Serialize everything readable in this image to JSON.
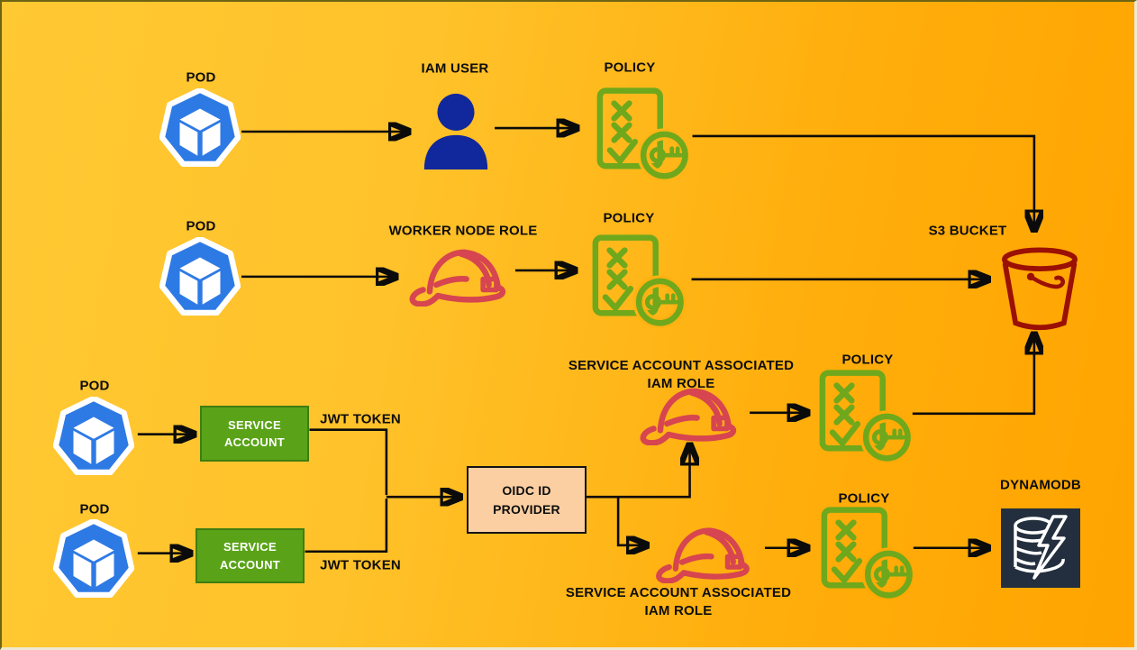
{
  "title": "EKS pod IAM access patterns diagram",
  "labels": {
    "pod": "POD",
    "iam_user": "IAM USER",
    "policy": "POLICY",
    "worker_node_role": "WORKER NODE ROLE",
    "s3_bucket": "S3 BUCKET",
    "service_account": "SERVICE ACCOUNT",
    "jwt_token": "JWT TOKEN",
    "oidc_provider": "OIDC ID PROVIDER",
    "sa_iam_role": "SERVICE ACCOUNT ASSOCIATED IAM ROLE",
    "dynamodb": "DYNAMODB"
  },
  "colors": {
    "background_gradient_start": "#ffc933",
    "background_gradient_end": "#ffa400",
    "pod_blue": "#2e7ae5",
    "iam_user_navy": "#11279c",
    "policy_green": "#6fa81c",
    "service_account_green": "#5aa318",
    "service_account_border": "#3f7d10",
    "oidc_fill": "#fbcfa2",
    "role_red": "#d64550",
    "bucket_red": "#9b1005",
    "dynamodb_bg": "#232f3e",
    "connector": "#0b0b0b"
  },
  "edges": [
    {
      "from": "pod-1",
      "to": "iam-user"
    },
    {
      "from": "iam-user",
      "to": "policy-1"
    },
    {
      "from": "policy-1",
      "to": "s3-bucket"
    },
    {
      "from": "pod-2",
      "to": "worker-node-role"
    },
    {
      "from": "worker-node-role",
      "to": "policy-2"
    },
    {
      "from": "policy-2",
      "to": "s3-bucket"
    },
    {
      "from": "pod-3",
      "to": "service-account-1"
    },
    {
      "from": "service-account-1",
      "to": "oidc-id-provider",
      "label": "JWT TOKEN"
    },
    {
      "from": "pod-4",
      "to": "service-account-2"
    },
    {
      "from": "service-account-2",
      "to": "oidc-id-provider",
      "label": "JWT TOKEN"
    },
    {
      "from": "oidc-id-provider",
      "to": "sa-iam-role-1"
    },
    {
      "from": "oidc-id-provider",
      "to": "sa-iam-role-2"
    },
    {
      "from": "sa-iam-role-1",
      "to": "policy-3"
    },
    {
      "from": "policy-3",
      "to": "s3-bucket"
    },
    {
      "from": "sa-iam-role-2",
      "to": "policy-4"
    },
    {
      "from": "policy-4",
      "to": "dynamodb"
    }
  ]
}
